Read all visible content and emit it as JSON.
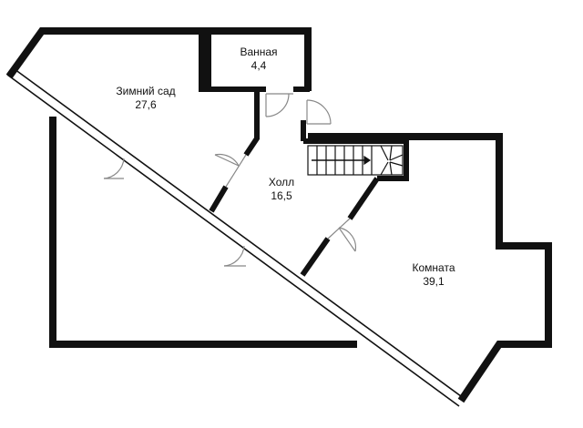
{
  "rooms": [
    {
      "name": "Зимний сад",
      "area": "27,6"
    },
    {
      "name": "Ванная",
      "area": "4,4"
    },
    {
      "name": "Холл",
      "area": "16,5"
    },
    {
      "name": "Комната",
      "area": "39,1"
    }
  ],
  "colors": {
    "wall": "#111111",
    "door": "#888888",
    "background": "#ffffff"
  }
}
